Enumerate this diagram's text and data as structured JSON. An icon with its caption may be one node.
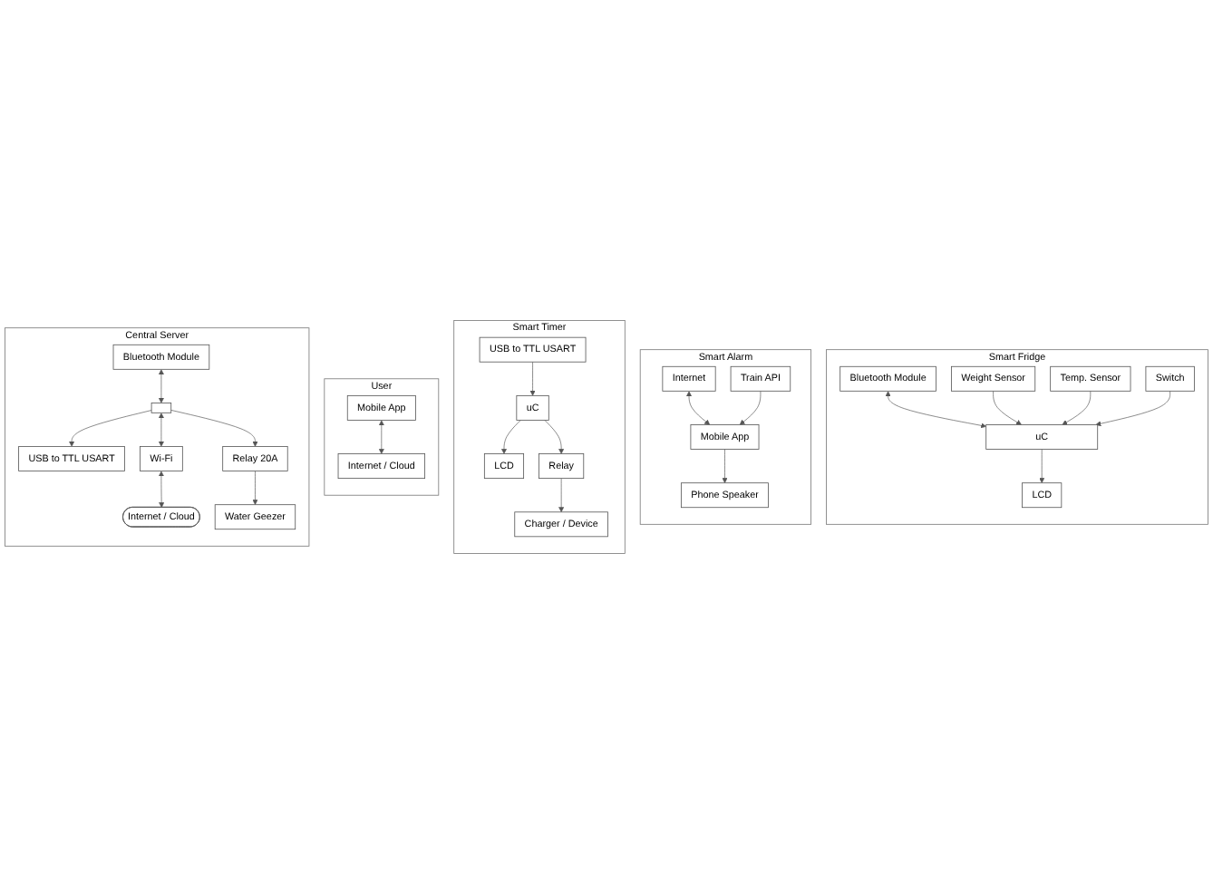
{
  "diagram": {
    "nodes": [
      {
        "text": [
          "Smart Fridge"
        ]
      },
      {
        "text": [
          "Bluetooth Module"
        ],
        "in": 0
      },
      {
        "text": [
          "Weight Sensor"
        ],
        "in": 0
      },
      {
        "text": [
          "uC"
        ],
        "in": 0
      },
      {
        "text": [
          "Temp. Sensor"
        ],
        "in": 0
      },
      {
        "text": [
          "Switch"
        ],
        "in": 0
      },
      {
        "text": [
          "LCD"
        ],
        "in": 0
      },
      {
        "text": [
          "Smart Alarm"
        ]
      },
      {
        "text": [
          "Internet"
        ],
        "in": 7
      },
      {
        "text": [
          "Mobile App"
        ],
        "in": 7
      },
      {
        "text": [
          "Train API"
        ],
        "in": 7
      },
      {
        "text": [
          "Phone Speaker"
        ],
        "in": 7
      },
      {
        "text": [
          "Smart Timer"
        ]
      },
      {
        "text": [
          "LCD"
        ],
        "in": 12
      },
      {
        "text": [
          "Relay"
        ],
        "in": 12
      },
      {
        "text": [
          "uC"
        ],
        "in": 12
      },
      {
        "text": [
          "USB to TTL USART"
        ],
        "in": 12
      },
      {
        "text": [
          "Charger / Device"
        ],
        "in": 12
      },
      {
        "text": [
          "User"
        ]
      },
      {
        "text": [
          "Mobile App"
        ],
        "in": 18
      },
      {
        "text": [
          "Internet / Cloud"
        ],
        "in": 18
      },
      {
        "text": [
          "Central Server"
        ]
      },
      {
        "text": [
          "Bluetooth Module"
        ],
        "in": 21
      },
      {
        "text": [],
        "shape": "box",
        "in": 21
      },
      {
        "text": [
          "USB to TTL USART"
        ],
        "in": 21
      },
      {
        "text": [
          "Relay 20A"
        ],
        "in": 21
      },
      {
        "text": [
          "Wi-Fi"
        ],
        "in": 21
      },
      {
        "text": [
          "Water Geezer"
        ],
        "in": 21
      },
      {
        "text": [
          "Internet / Cloud"
        ],
        "in": 21
      }
    ],
    "edges": [
      {
        "from": 1,
        "to": 3,
        "arrow": "both"
      },
      {
        "from": 2,
        "to": 3,
        "arrow": "to"
      },
      {
        "from": 4,
        "to": 3,
        "arrow": "to"
      },
      {
        "from": 3,
        "to": 6,
        "arrow": "to"
      },
      {
        "from": 5,
        "to": 3,
        "arrow": "to"
      },
      {
        "from": 8,
        "to": 9,
        "arrow": "both"
      },
      {
        "from": 10,
        "to": 9,
        "arrow": "to"
      },
      {
        "from": 9,
        "to": 11,
        "arrow": "to"
      },
      {
        "from": 15,
        "to": 13,
        "arrow": "to"
      },
      {
        "from": 15,
        "to": 14,
        "arrow": "to"
      },
      {
        "from": 14,
        "to": 17,
        "arrow": "to"
      },
      {
        "from": 16,
        "to": 15,
        "arrow": "to"
      },
      {
        "from": 19,
        "to": 20,
        "arrow": "both"
      },
      {
        "from": 22,
        "to": 23,
        "arrow": "both"
      },
      {
        "from": 23,
        "to": 24,
        "arrow": "to"
      },
      {
        "from": 23,
        "to": 25,
        "arrow": "to"
      },
      {
        "from": 23,
        "to": 26,
        "arrow": "both"
      },
      {
        "from": 26,
        "to": 28,
        "arrow": "both"
      },
      {
        "from": 25,
        "to": 27,
        "arrow": "to"
      }
    ]
  }
}
